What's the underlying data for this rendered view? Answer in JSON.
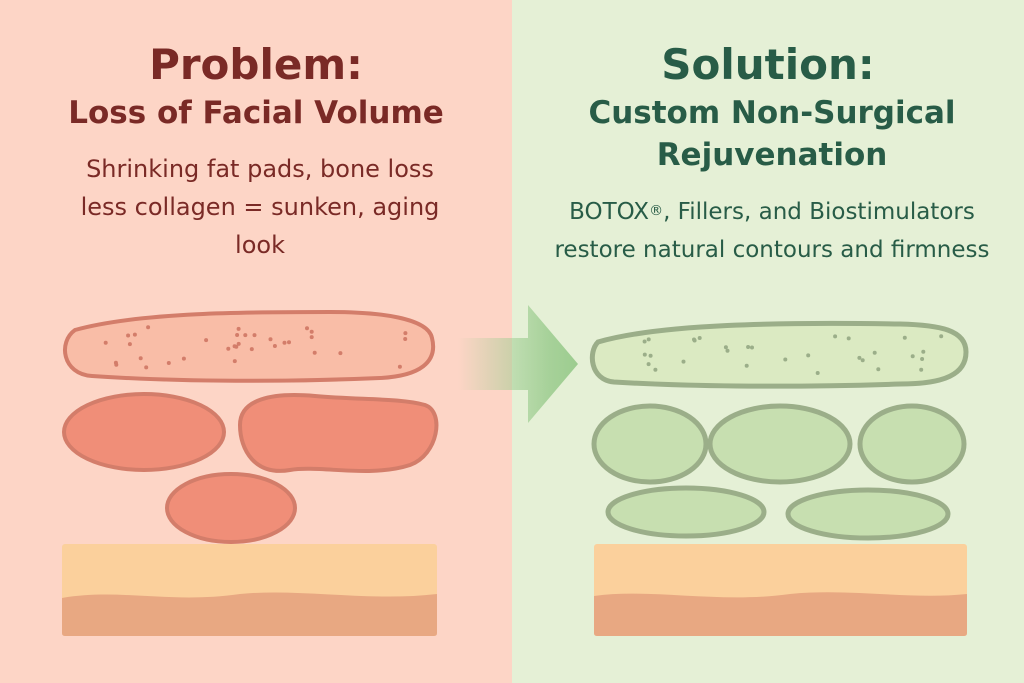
{
  "colors": {
    "problem_bg": "#fdd5c6",
    "solution_bg": "#e5f0d6",
    "problem_text": "#7a2a26",
    "solution_text": "#285c47",
    "problem_fat": "#f08e78",
    "solution_fat": "#c7dfb0",
    "skin_top": "#fbd09c",
    "skin_bottom": "#e8a882",
    "arrow": "#9ccc8f"
  },
  "problem": {
    "heading": "Problem:",
    "subheading": "Loss of Facial Volume",
    "description": "Shrinking fat pads, bone loss less collagen = sunken, aging look"
  },
  "solution": {
    "heading": "Solution:",
    "subheading": "Custom Non-Surgical Rejuvenation",
    "description_brand": "BOTOX",
    "description_mark": "®",
    "description_rest": ", Fillers, and Biostimulators restore natural contours and firmness"
  }
}
